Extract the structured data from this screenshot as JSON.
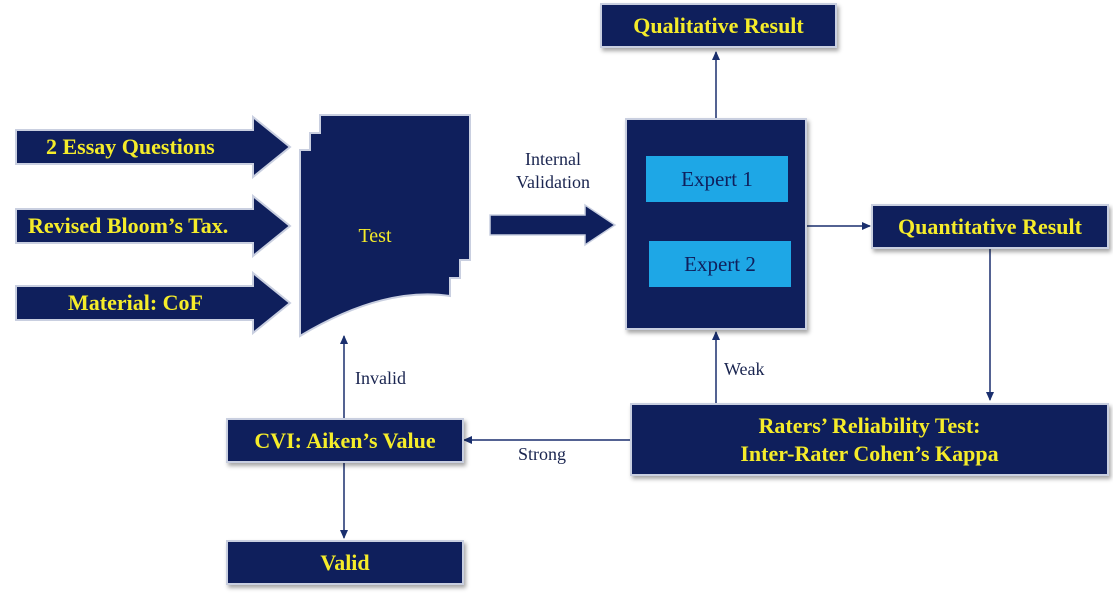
{
  "inputs": [
    {
      "label": "2 Essay Questions"
    },
    {
      "label": "Revised Bloom’s Tax."
    },
    {
      "label": "Material: CoF"
    }
  ],
  "test": {
    "label": "Test"
  },
  "internal_validation": {
    "label": "Internal\nValidation"
  },
  "experts": {
    "expert1": "Expert 1",
    "expert2": "Expert 2"
  },
  "qualitative_result": {
    "label": "Qualitative Result"
  },
  "quantitative_result": {
    "label": "Quantitative Result"
  },
  "raters_test": {
    "line1": "Raters’ Reliability Test:",
    "line2": "Inter-Rater Cohen’s Kappa"
  },
  "cvi": {
    "label": "CVI: Aiken’s Value"
  },
  "valid": {
    "label": "Valid"
  },
  "edge_labels": {
    "weak": "Weak",
    "strong": "Strong",
    "invalid": "Invalid"
  },
  "colors": {
    "box_fill": "#0f1f5c",
    "box_text": "#f5ec2a",
    "expert_fill": "#1ea7e6",
    "line": "#1a2f6e"
  }
}
